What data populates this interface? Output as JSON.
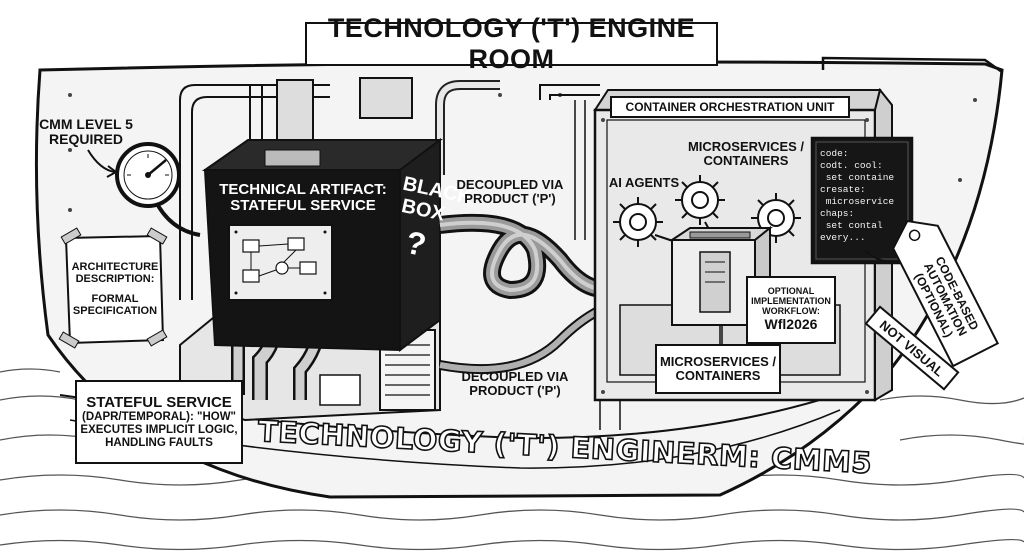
{
  "title": "TECHNOLOGY ('T') ENGINE ROOM",
  "gauge_label": [
    "CMM LEVEL 5",
    "REQUIRED"
  ],
  "architecture_note": [
    "ARCHITECTURE",
    "DESCRIPTION:",
    "FORMAL",
    "SPECIFICATION"
  ],
  "artifact_label": [
    "TECHNICAL ARTIFACT:",
    "STATEFUL SERVICE"
  ],
  "black_box": [
    "BLACK",
    "BOX",
    "?"
  ],
  "decoupled_top": [
    "DECOUPLED VIA",
    "PRODUCT ('P')"
  ],
  "decoupled_bottom": [
    "DECOUPLED VIA",
    "PRODUCT ('P')"
  ],
  "container_unit": "CONTAINER ORCHESTRATION UNIT",
  "ai_agents": "AI AGENTS",
  "microservices_top": [
    "MICROSERVICES /",
    "CONTAINERS"
  ],
  "microservices_bottom": [
    "MICROSERVICES /",
    "CONTAINERS"
  ],
  "workflow": [
    "OPTIONAL",
    "IMPLEMENTATION",
    "WORKFLOW:",
    "Wfl2026"
  ],
  "terminal_code": "code:\ncodt. cool:\n set containe\ncresate:\n microservice\nchaps:\n set contal\nevery...",
  "tag": [
    "CODE-BASED",
    "AUTOMATION",
    "(OPTIONAL)"
  ],
  "not_visual": "NOT VISUAL",
  "stateful_note": [
    "STATEFUL SERVICE",
    "(DAPR/TEMPORAL): \"HOW\"",
    "EXECUTES IMPLICIT LOGIC,",
    "HANDLING FAULTS"
  ],
  "hull_text": "TECHNOLOGY ('T') ENGINERM: CMM5"
}
